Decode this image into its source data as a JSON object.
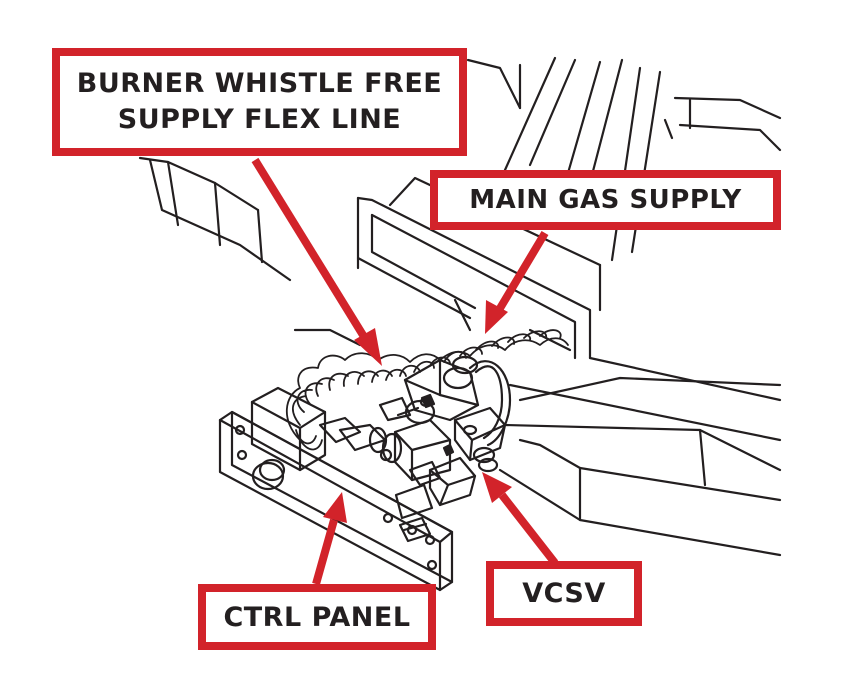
{
  "colors": {
    "accent": "#d2232a",
    "line": "#231f20",
    "background": "#ffffff"
  },
  "callouts": {
    "flex_line": {
      "line1": "BURNER WHISTLE FREE",
      "line2": "SUPPLY FLEX LINE"
    },
    "main_gas": {
      "label": "MAIN GAS SUPPLY"
    },
    "vcsv": {
      "label": "VCSV"
    },
    "ctrl_panel": {
      "label": "CTRL PANEL"
    }
  }
}
